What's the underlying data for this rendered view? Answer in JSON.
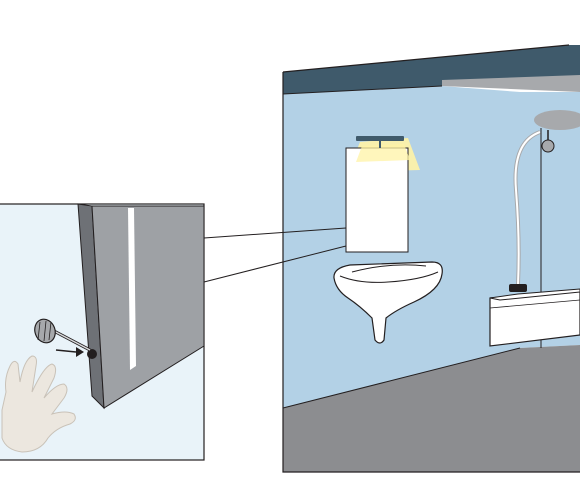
{
  "scene": {
    "subject": "bathroom",
    "callout_subject": "mirror-cabinet-knob",
    "colors": {
      "wall": "#b3d1e6",
      "wall_top": "#3f5a6b",
      "floor": "#8c8d90",
      "shelf": "#a7a9ac",
      "outline": "#231f20",
      "white": "#ffffff",
      "light_glow": "#fff3a6",
      "door_face": "#9ea1a5",
      "door_edge": "#6e7176",
      "callout_bg": "#e9f3f9",
      "hand": "#ece7df",
      "hand_outline": "#c9c2b8",
      "knob": "#a6a8ab"
    },
    "icons": [
      "mirror",
      "light-fixture",
      "wash-basin",
      "shower-head",
      "shower-hose",
      "bathtub",
      "hand",
      "knob",
      "arrow"
    ]
  }
}
